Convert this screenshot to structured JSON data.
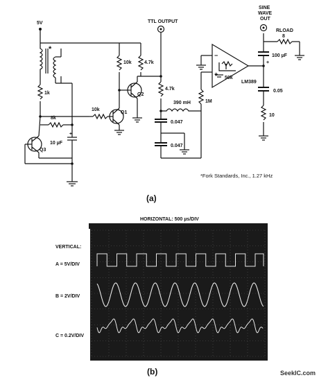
{
  "schematic": {
    "labels": {
      "supply": "5V",
      "ttl_output": "TTL OUTPUT",
      "sine_out_1": "SINE",
      "sine_out_2": "WAVE",
      "sine_out_3": "OUT",
      "rload": "RLOAD",
      "rload_val": "8",
      "c_100uf": "100 µF",
      "c_005": "0.05",
      "r_10": "10",
      "r_50k": "50k",
      "opamp": "LM389",
      "r_1m": "1M",
      "ind_390": "390 mH",
      "c_047a": "0.047",
      "c_047b": "0.047",
      "r_47k_top": "4.7k",
      "r_47k_mid": "4.7k",
      "r_10k_top": "10k",
      "r_10k_base": "10k",
      "q1": "Q1",
      "q2": "Q2",
      "q3": "Q3",
      "r_1k": "1k",
      "r_8k": "8k",
      "c_10uf": "10 µF",
      "asterisk": "*",
      "plus_cap": "+",
      "plus_amp": "+",
      "minus_amp": "−",
      "plus_out": "+"
    },
    "footnote": "*Fork Standards, Inc., 1.27 kHz",
    "caption": "(a)"
  },
  "scope": {
    "horizontal": "HORIZONTAL:   500 µs/DIV",
    "vertical": "VERTICAL:",
    "traces": [
      {
        "label": "A = 5V/DIV"
      },
      {
        "label": "B = 2V/DIV"
      },
      {
        "label": "C = 0.2V/DIV"
      }
    ],
    "caption": "(b)"
  },
  "watermark": "SeekIC.com"
}
